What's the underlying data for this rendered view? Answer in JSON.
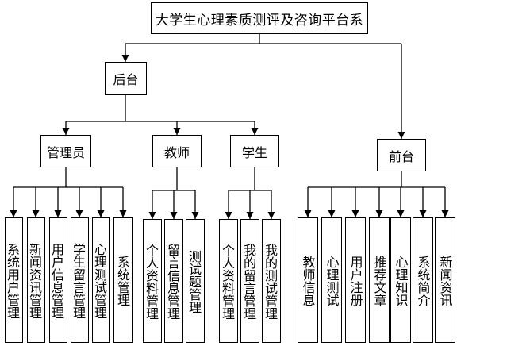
{
  "root": "大学生心理素质测评及咨询平台系",
  "backend": {
    "label": "后台",
    "admin": {
      "label": "管理员",
      "items": [
        "系统用户管理",
        "新闻资讯管理",
        "用户信息管理",
        "学生留言管理",
        "心理测试管理",
        "系统管理"
      ]
    },
    "teacher": {
      "label": "教师",
      "items": [
        "个人资料管理",
        "留言信息管理",
        "测试题管理"
      ]
    },
    "student": {
      "label": "学生",
      "items": [
        "个人资料管理",
        "我的留言管理",
        "我的测试管理"
      ]
    }
  },
  "frontend": {
    "label": "前台",
    "items": [
      "教师信息",
      "心理测试",
      "用户注册",
      "推荐文章",
      "心理知识",
      "系统简介",
      "新闻资讯"
    ]
  }
}
